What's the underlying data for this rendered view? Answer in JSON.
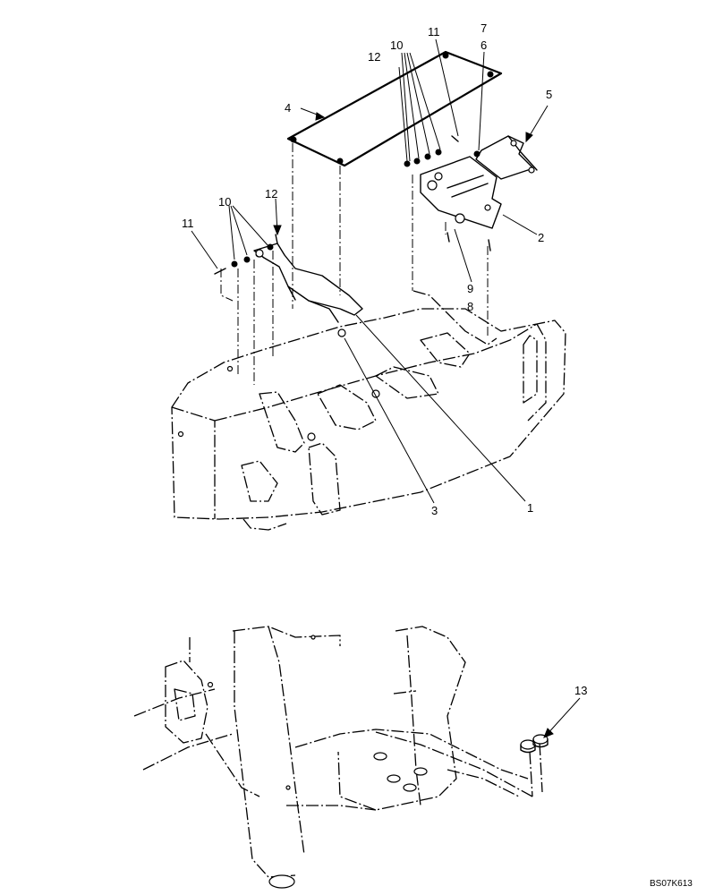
{
  "drawing": {
    "code": "BS07K613",
    "callouts": [
      {
        "id": "c1",
        "label": "1"
      },
      {
        "id": "c2",
        "label": "2"
      },
      {
        "id": "c3",
        "label": "3"
      },
      {
        "id": "c4",
        "label": "4"
      },
      {
        "id": "c5",
        "label": "5"
      },
      {
        "id": "c6",
        "label": "6"
      },
      {
        "id": "c7",
        "label": "7"
      },
      {
        "id": "c8",
        "label": "8"
      },
      {
        "id": "c9",
        "label": "9"
      },
      {
        "id": "c10a",
        "label": "10"
      },
      {
        "id": "c10b",
        "label": "10"
      },
      {
        "id": "c11a",
        "label": "11"
      },
      {
        "id": "c11b",
        "label": "11"
      },
      {
        "id": "c12a",
        "label": "12"
      },
      {
        "id": "c12b",
        "label": "12"
      },
      {
        "id": "c13",
        "label": "13"
      }
    ]
  }
}
